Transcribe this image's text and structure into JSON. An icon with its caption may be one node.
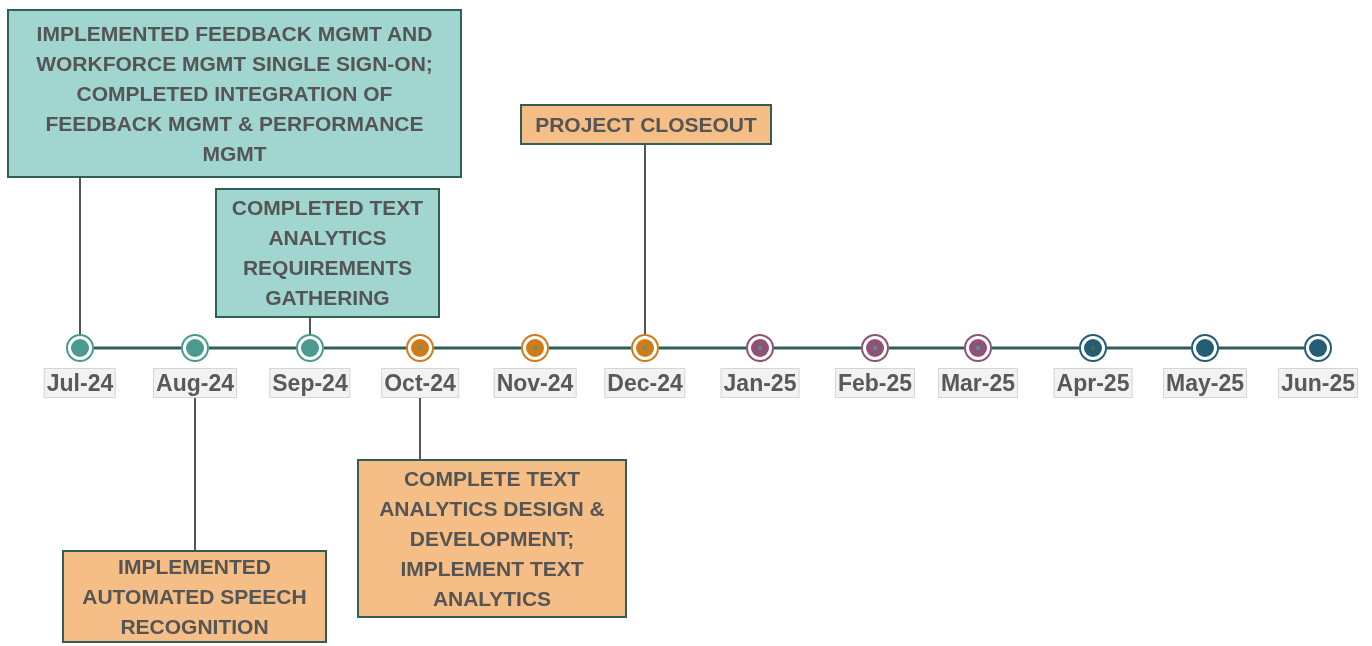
{
  "diagram": {
    "nodes": [
      {
        "text": [
          "IMPLEMENTED FEEDBACK MGMT AND WORKFORCE MGMT SINGLE SIGN-ON; COMPLETED INTEGRATION OF FEEDBACK MGMT & PERFORMANCE MGMT"
        ]
      },
      {
        "text": [
          "PROJECT CLOSEOUT"
        ]
      },
      {
        "text": [
          "COMPLETED TEXT ANALYTICS REQUIREMENTS GATHERING"
        ]
      },
      {
        "text": [],
        "shape": "circle"
      },
      {
        "text": [],
        "shape": "circle"
      },
      {
        "text": [],
        "shape": "circle"
      },
      {
        "text": [],
        "shape": "circle"
      },
      {
        "text": [],
        "shape": "circle"
      },
      {
        "text": [],
        "shape": "circle"
      },
      {
        "text": [],
        "shape": "circle"
      },
      {
        "text": [],
        "shape": "circle"
      },
      {
        "text": [],
        "shape": "circle"
      },
      {
        "text": [],
        "shape": "circle"
      },
      {
        "text": [],
        "shape": "circle"
      },
      {
        "text": [],
        "shape": "circle"
      },
      {
        "text": [
          "Jul-24"
        ]
      },
      {
        "text": [
          "Aug-24"
        ]
      },
      {
        "text": [
          "Sep-24"
        ]
      },
      {
        "text": [
          "Oct-24"
        ]
      },
      {
        "text": [
          "Nov-24"
        ]
      },
      {
        "text": [
          "Dec-24"
        ]
      },
      {
        "text": [
          "Jan-25"
        ]
      },
      {
        "text": [
          "Feb-25"
        ]
      },
      {
        "text": [
          "Mar-25"
        ]
      },
      {
        "text": [
          "Apr-25"
        ]
      },
      {
        "text": [
          "May-25"
        ]
      },
      {
        "text": [
          "Jun-25"
        ]
      },
      {
        "text": [
          "COMPLETE TEXT ANALYTICS DESIGN & DEVELOPMENT; IMPLEMENT TEXT ANALYTICS"
        ]
      },
      {
        "text": [
          "IMPLEMENTED AUTOMATED SPEECH RECOGNITION"
        ]
      }
    ],
    "edges": [
      {
        "from": 0,
        "to": 3,
        "arrow": "none"
      },
      {
        "from": 1,
        "to": 8,
        "arrow": "none"
      },
      {
        "from": 2,
        "to": 5,
        "arrow": "none"
      },
      {
        "from": 27,
        "to": 18,
        "arrow": "none"
      },
      {
        "from": 28,
        "to": 16,
        "arrow": "none"
      },
      {
        "from": 3,
        "to": 4,
        "arrow": "none"
      },
      {
        "from": 4,
        "to": 5,
        "arrow": "none"
      },
      {
        "from": 5,
        "to": 6,
        "arrow": "none"
      },
      {
        "from": 6,
        "to": 7,
        "arrow": "none"
      },
      {
        "from": 7,
        "to": 8,
        "arrow": "none"
      },
      {
        "from": 8,
        "to": 9,
        "arrow": "none"
      },
      {
        "from": 9,
        "to": 10,
        "arrow": "none"
      },
      {
        "from": 10,
        "to": 11,
        "arrow": "none"
      },
      {
        "from": 11,
        "to": 12,
        "arrow": "none"
      },
      {
        "from": 12,
        "to": 13,
        "arrow": "none"
      },
      {
        "from": 13,
        "to": 14,
        "arrow": "none"
      }
    ]
  }
}
